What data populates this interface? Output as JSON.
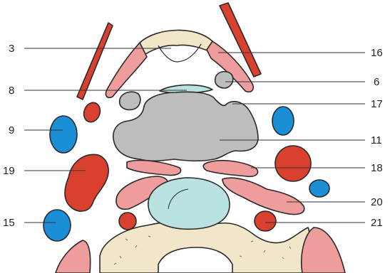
{
  "colors": {
    "artery": "#d9402e",
    "vein": "#1a8fd6",
    "muscle": "#ee9c9c",
    "cartilage": "#f2e6c9",
    "gland": "#bdbdbd",
    "teal": "#b9e2e0",
    "outline": "#2a2a2a"
  },
  "labels": {
    "l3": "3",
    "l8": "8",
    "l9": "9",
    "l19": "19",
    "l15": "15",
    "l16": "16",
    "l6": "6",
    "l17": "17",
    "l11": "11",
    "l18": "18",
    "l20": "20",
    "l21": "21"
  }
}
